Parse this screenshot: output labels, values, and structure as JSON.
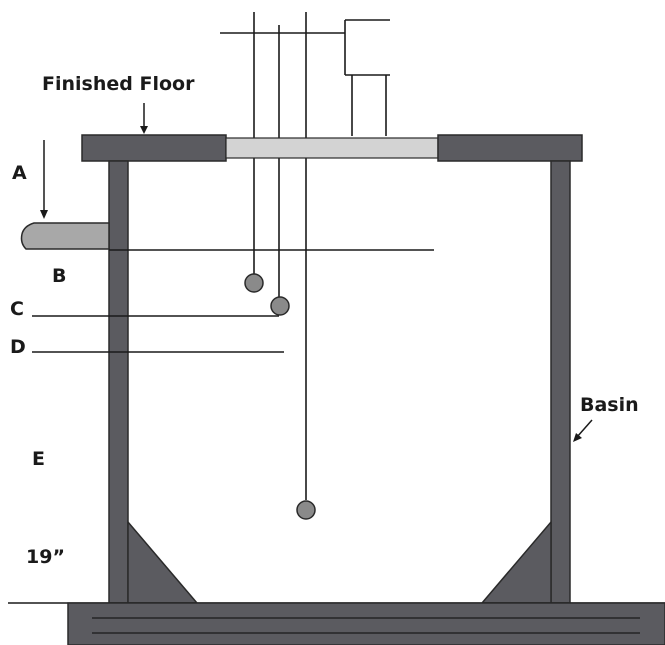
{
  "labels": {
    "finished_floor": "Finished Floor",
    "a": "A",
    "b": "B",
    "c": "C",
    "d": "D",
    "e": "E",
    "basin": "Basin",
    "depth": "19”"
  },
  "colors": {
    "wall": "#5b5b60",
    "wall_stroke": "#2a2a2a",
    "lid_opening": "#d3d3d3",
    "pipe": "#a8a8a8",
    "float": "#8a8a8a",
    "line": "#1a1a1a"
  }
}
